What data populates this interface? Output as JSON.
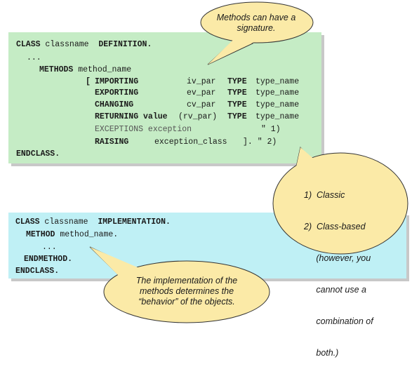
{
  "definition": {
    "line1": {
      "kw1": "CLASS",
      "name": "classname",
      "kw2": "DEFINITION."
    },
    "dots": "...",
    "methods_kw": "METHODS",
    "method_name": "method_name",
    "bracket_open": "[",
    "rows": [
      {
        "kw": "IMPORTING",
        "par": "iv_par",
        "type_kw": "TYPE",
        "type": "type_name"
      },
      {
        "kw": "EXPORTING",
        "par": "ev_par",
        "type_kw": "TYPE",
        "type": "type_name"
      },
      {
        "kw": "CHANGING",
        "par": "cv_par",
        "type_kw": "TYPE",
        "type": "type_name"
      },
      {
        "kw": "RETURNING value",
        "par": "(rv_par)",
        "type_kw": "TYPE",
        "type": "type_name"
      }
    ],
    "exceptions_line": "EXCEPTIONS exception",
    "exceptions_comment": "\" 1)",
    "raising_kw": "RAISING",
    "raising_class": "exception_class",
    "raising_end": "]. \" 2)",
    "endclass": "ENDCLASS."
  },
  "implementation": {
    "line1": {
      "kw1": "CLASS",
      "name": "classname",
      "kw2": "IMPLEMENTATION."
    },
    "method_kw": "METHOD",
    "method_name": "method_name.",
    "dots": "...",
    "endmethod": "ENDMETHOD.",
    "endclass": "ENDCLASS."
  },
  "callouts": {
    "signature": [
      "Methods can have a",
      "signature."
    ],
    "exceptions": [
      "1)  Classic",
      "2)  Class-based",
      "     (however, you",
      "     cannot use a",
      "     combination of",
      "     both.)"
    ],
    "implementation": [
      "The implementation of the",
      "methods determines the",
      "“behavior” of the objects."
    ]
  },
  "colors": {
    "definition_bg": "#c5ecc5",
    "implementation_bg": "#bff0f5",
    "callout_fill": "#fbeaa7",
    "callout_stroke": "#333333"
  }
}
